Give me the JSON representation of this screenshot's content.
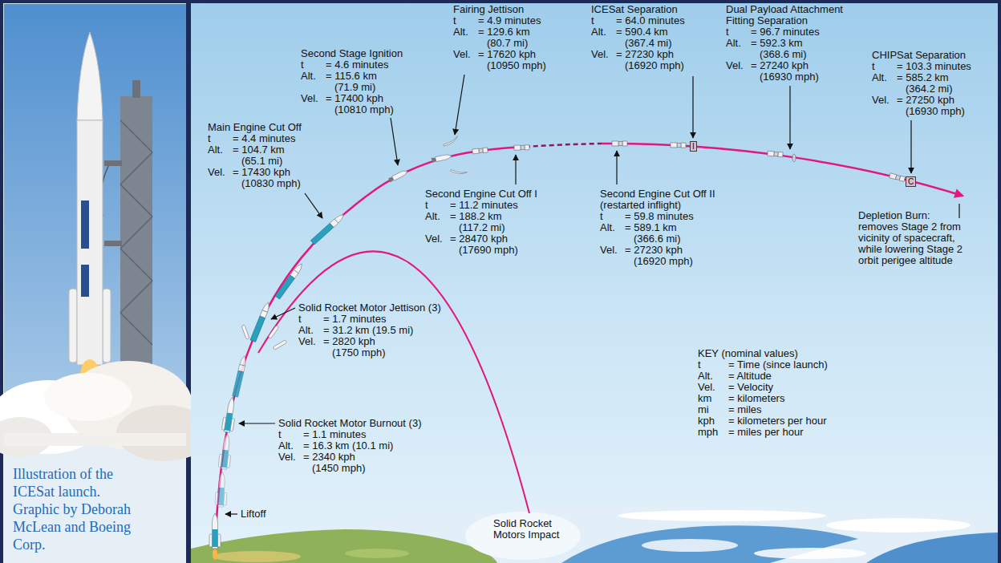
{
  "diagram": {
    "caption": "Illustration of the ICESat launch. Graphic by Deborah McLean and Boeing Corp.",
    "nodes": [
      {
        "text": [
          "I"
        ]
      },
      {
        "text": [
          "C"
        ]
      }
    ],
    "labels": [
      "Fairing Jettison",
      "t",
      "= 4.9 minutes",
      "Alt.",
      "= 129.6 km",
      "(80.7 mi)",
      "Vel.",
      "= 17620 kph",
      "(10950 mph)",
      "ICESat Separation",
      "t",
      "= 64.0 minutes",
      "Alt.",
      "= 590.4 km",
      "(367.4 mi)",
      "Vel.",
      "= 27230 kph",
      "(16920 mph)",
      "Dual Payload Attachment Fitting Separation",
      "t",
      "= 96.7 minutes",
      "Alt.",
      "= 592.3 km",
      "(368.6 mi)",
      "Vel.",
      "= 27240 kph",
      "(16930 mph)",
      "CHIPSat Separation",
      "t",
      "= 103.3 minutes",
      "Alt.",
      "= 585.2 km",
      "(364.2 mi)",
      "Vel.",
      "= 27250 kph",
      "(16930 mph)",
      "Second Stage Ignition",
      "t",
      "= 4.6 minutes",
      "Alt.",
      "= 115.6 km",
      "(71.9 mi)",
      "Vel.",
      "= 17400 kph",
      "(10810 mph)",
      "Main Engine Cut Off",
      "t",
      "= 4.4 minutes",
      "Alt.",
      "= 104.7 km",
      "(65.1 mi)",
      "Vel.",
      "= 17430 kph",
      "(10830 mph)",
      "Second Engine Cut Off I",
      "t",
      "= 11.2 minutes",
      "Alt.",
      "= 188.2 km",
      "(117.2 mi)",
      "Vel.",
      "= 28470 kph",
      "(17690 mph)",
      "Second Engine Cut Off II",
      "(restarted inflight)",
      "t",
      "= 59.8 minutes",
      "Alt.",
      "= 589.1 km",
      "(366.6 mi)",
      "Vel.",
      "= 27230 kph",
      "(16920 mph)",
      "Depletion Burn: removes Stage 2 from vicinity of spacecraft, while lowering Stage 2 orbit perigee altitude",
      "Solid Rocket Motor Jettison (3)",
      "t",
      "= 1.7 minutes",
      "Alt.",
      "= 31.2 km (19.5 mi)",
      "Vel.",
      "= 2820 kph",
      "(1750 mph)",
      "KEY (nominal values)",
      "t",
      "= Time (since launch)",
      "Alt.",
      "= Altitude",
      "Vel.",
      "= Velocity",
      "km",
      "= kilometers",
      "mi",
      "= miles",
      "kph",
      "= kilometers per hour",
      "mph",
      "= miles per hour",
      "Solid Rocket Motor Burnout (3)",
      "t",
      "= 1.1 minutes",
      "Alt.",
      "= 16.3 km (10.1 mi)",
      "Vel.",
      "= 2340 kph",
      "(1450 mph)",
      "Liftoff",
      "Solid Rocket Motors Impact"
    ]
  }
}
